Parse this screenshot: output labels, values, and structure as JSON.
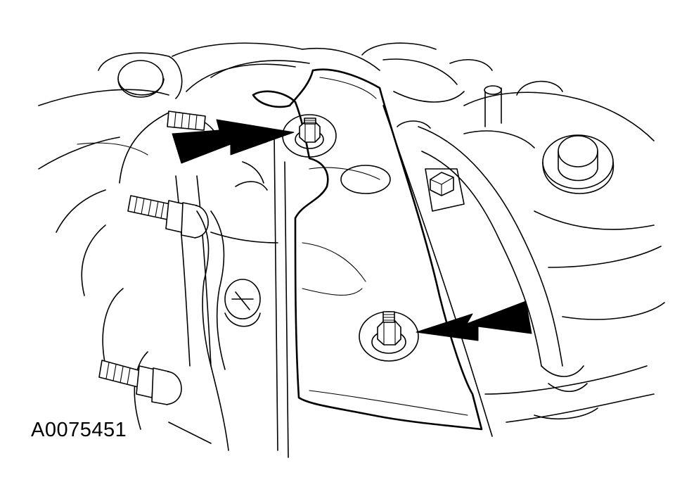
{
  "figure": {
    "id_label": "A0075451"
  },
  "callouts": [
    {
      "icon": "arrow-icon",
      "points_to": "upper-nut"
    },
    {
      "icon": "arrow-icon",
      "points_to": "lower-nut"
    }
  ]
}
